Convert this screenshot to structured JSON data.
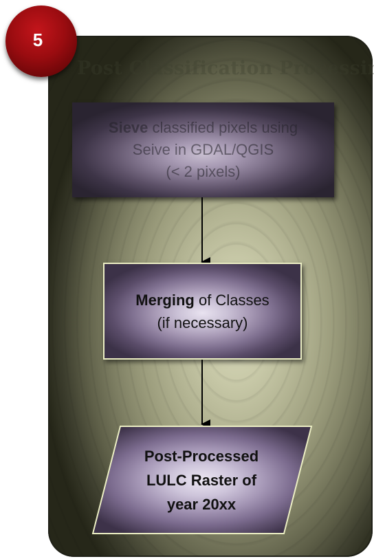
{
  "step_number": "5",
  "panel_title": "Post Classification Processing",
  "nodes": [
    {
      "id": "sieve",
      "bold": "Sieve",
      "rest": " classified pixels using",
      "line2": "Seive in GDAL/QGIS",
      "line3": "(< 2 pixels)"
    },
    {
      "id": "merge",
      "bold": "Merging",
      "rest": " of Classes",
      "line2": "(if necessary)"
    },
    {
      "id": "output",
      "line1": "Post-Processed",
      "line2": "LULC Raster of",
      "line3": "year 20xx"
    }
  ],
  "colors": {
    "badge": "#9a0c10",
    "panel_dark": "#262719",
    "panel_light": "#d8d8bc",
    "box_light": "#e9e3f0",
    "box_dark": "#3c3248",
    "box_border": "#ecefc4",
    "arrow": "#000000"
  }
}
